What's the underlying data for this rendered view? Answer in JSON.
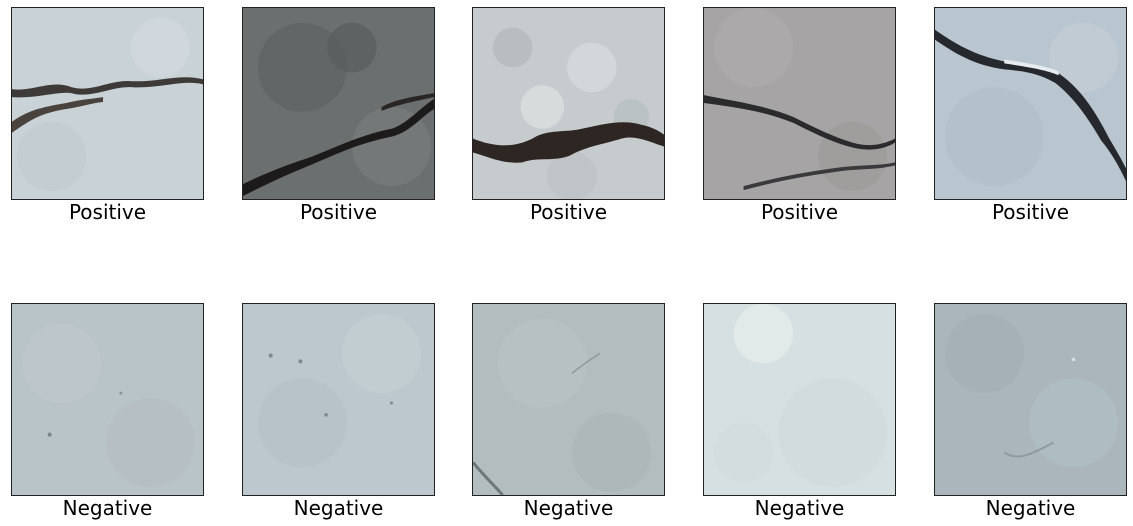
{
  "panels": [
    {
      "label": "Positive",
      "row": "top",
      "base_color": "#c9d2d6"
    },
    {
      "label": "Positive",
      "row": "top",
      "base_color": "#6c6f6f"
    },
    {
      "label": "Positive",
      "row": "top",
      "base_color": "#c6cbce"
    },
    {
      "label": "Positive",
      "row": "top",
      "base_color": "#a6a4a4"
    },
    {
      "label": "Positive",
      "row": "top",
      "base_color": "#bac6cf"
    },
    {
      "label": "Negative",
      "row": "bottom",
      "base_color": "#b9c4c8"
    },
    {
      "label": "Negative",
      "row": "bottom",
      "base_color": "#bcc8cd"
    },
    {
      "label": "Negative",
      "row": "bottom",
      "base_color": "#b3bdbf"
    },
    {
      "label": "Negative",
      "row": "bottom",
      "base_color": "#d7e0e0"
    },
    {
      "label": "Negative",
      "row": "bottom",
      "base_color": "#aab6bb"
    }
  ]
}
